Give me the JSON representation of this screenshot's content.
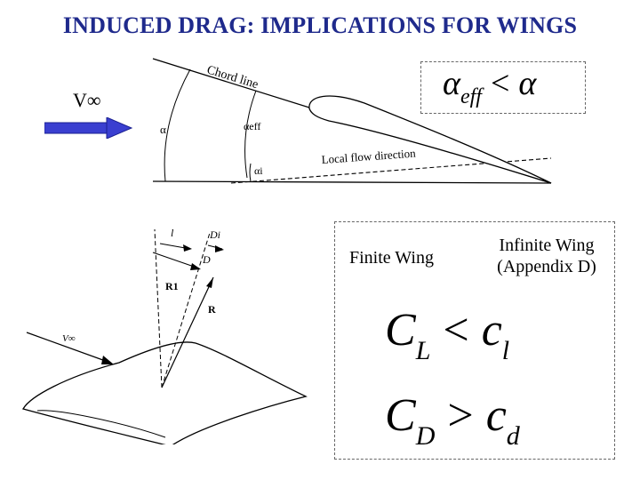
{
  "title": "INDUCED DRAG: IMPLICATIONS FOR WINGS",
  "freestream": {
    "symbol": "V",
    "subscript": "∞"
  },
  "figure_top": {
    "chord_line": "Chord line",
    "local_flow": "Local flow direction",
    "alpha": "α",
    "alpha_eff": "αeff",
    "alpha_i": "αi"
  },
  "relation_top": {
    "lhs": "α",
    "lhs_sub": "eff",
    "op": "<",
    "rhs": "α"
  },
  "figure_bottom": {
    "l": "l",
    "D": "D",
    "Di": "Di",
    "R1": "R1",
    "R": "R",
    "vinf": "V∞"
  },
  "comparison": {
    "finite_label": "Finite Wing",
    "infinite_label_1": "Infinite Wing",
    "infinite_label_2": "(Appendix D)",
    "cl": {
      "lhs": "C",
      "lhs_sub": "L",
      "op": "<",
      "rhs": "c",
      "rhs_sub": "l"
    },
    "cd": {
      "lhs": "C",
      "lhs_sub": "D",
      "op": ">",
      "rhs": "c",
      "rhs_sub": "d"
    }
  },
  "colors": {
    "title": "#1f2a8c",
    "arrow": "#3a3fd0"
  }
}
